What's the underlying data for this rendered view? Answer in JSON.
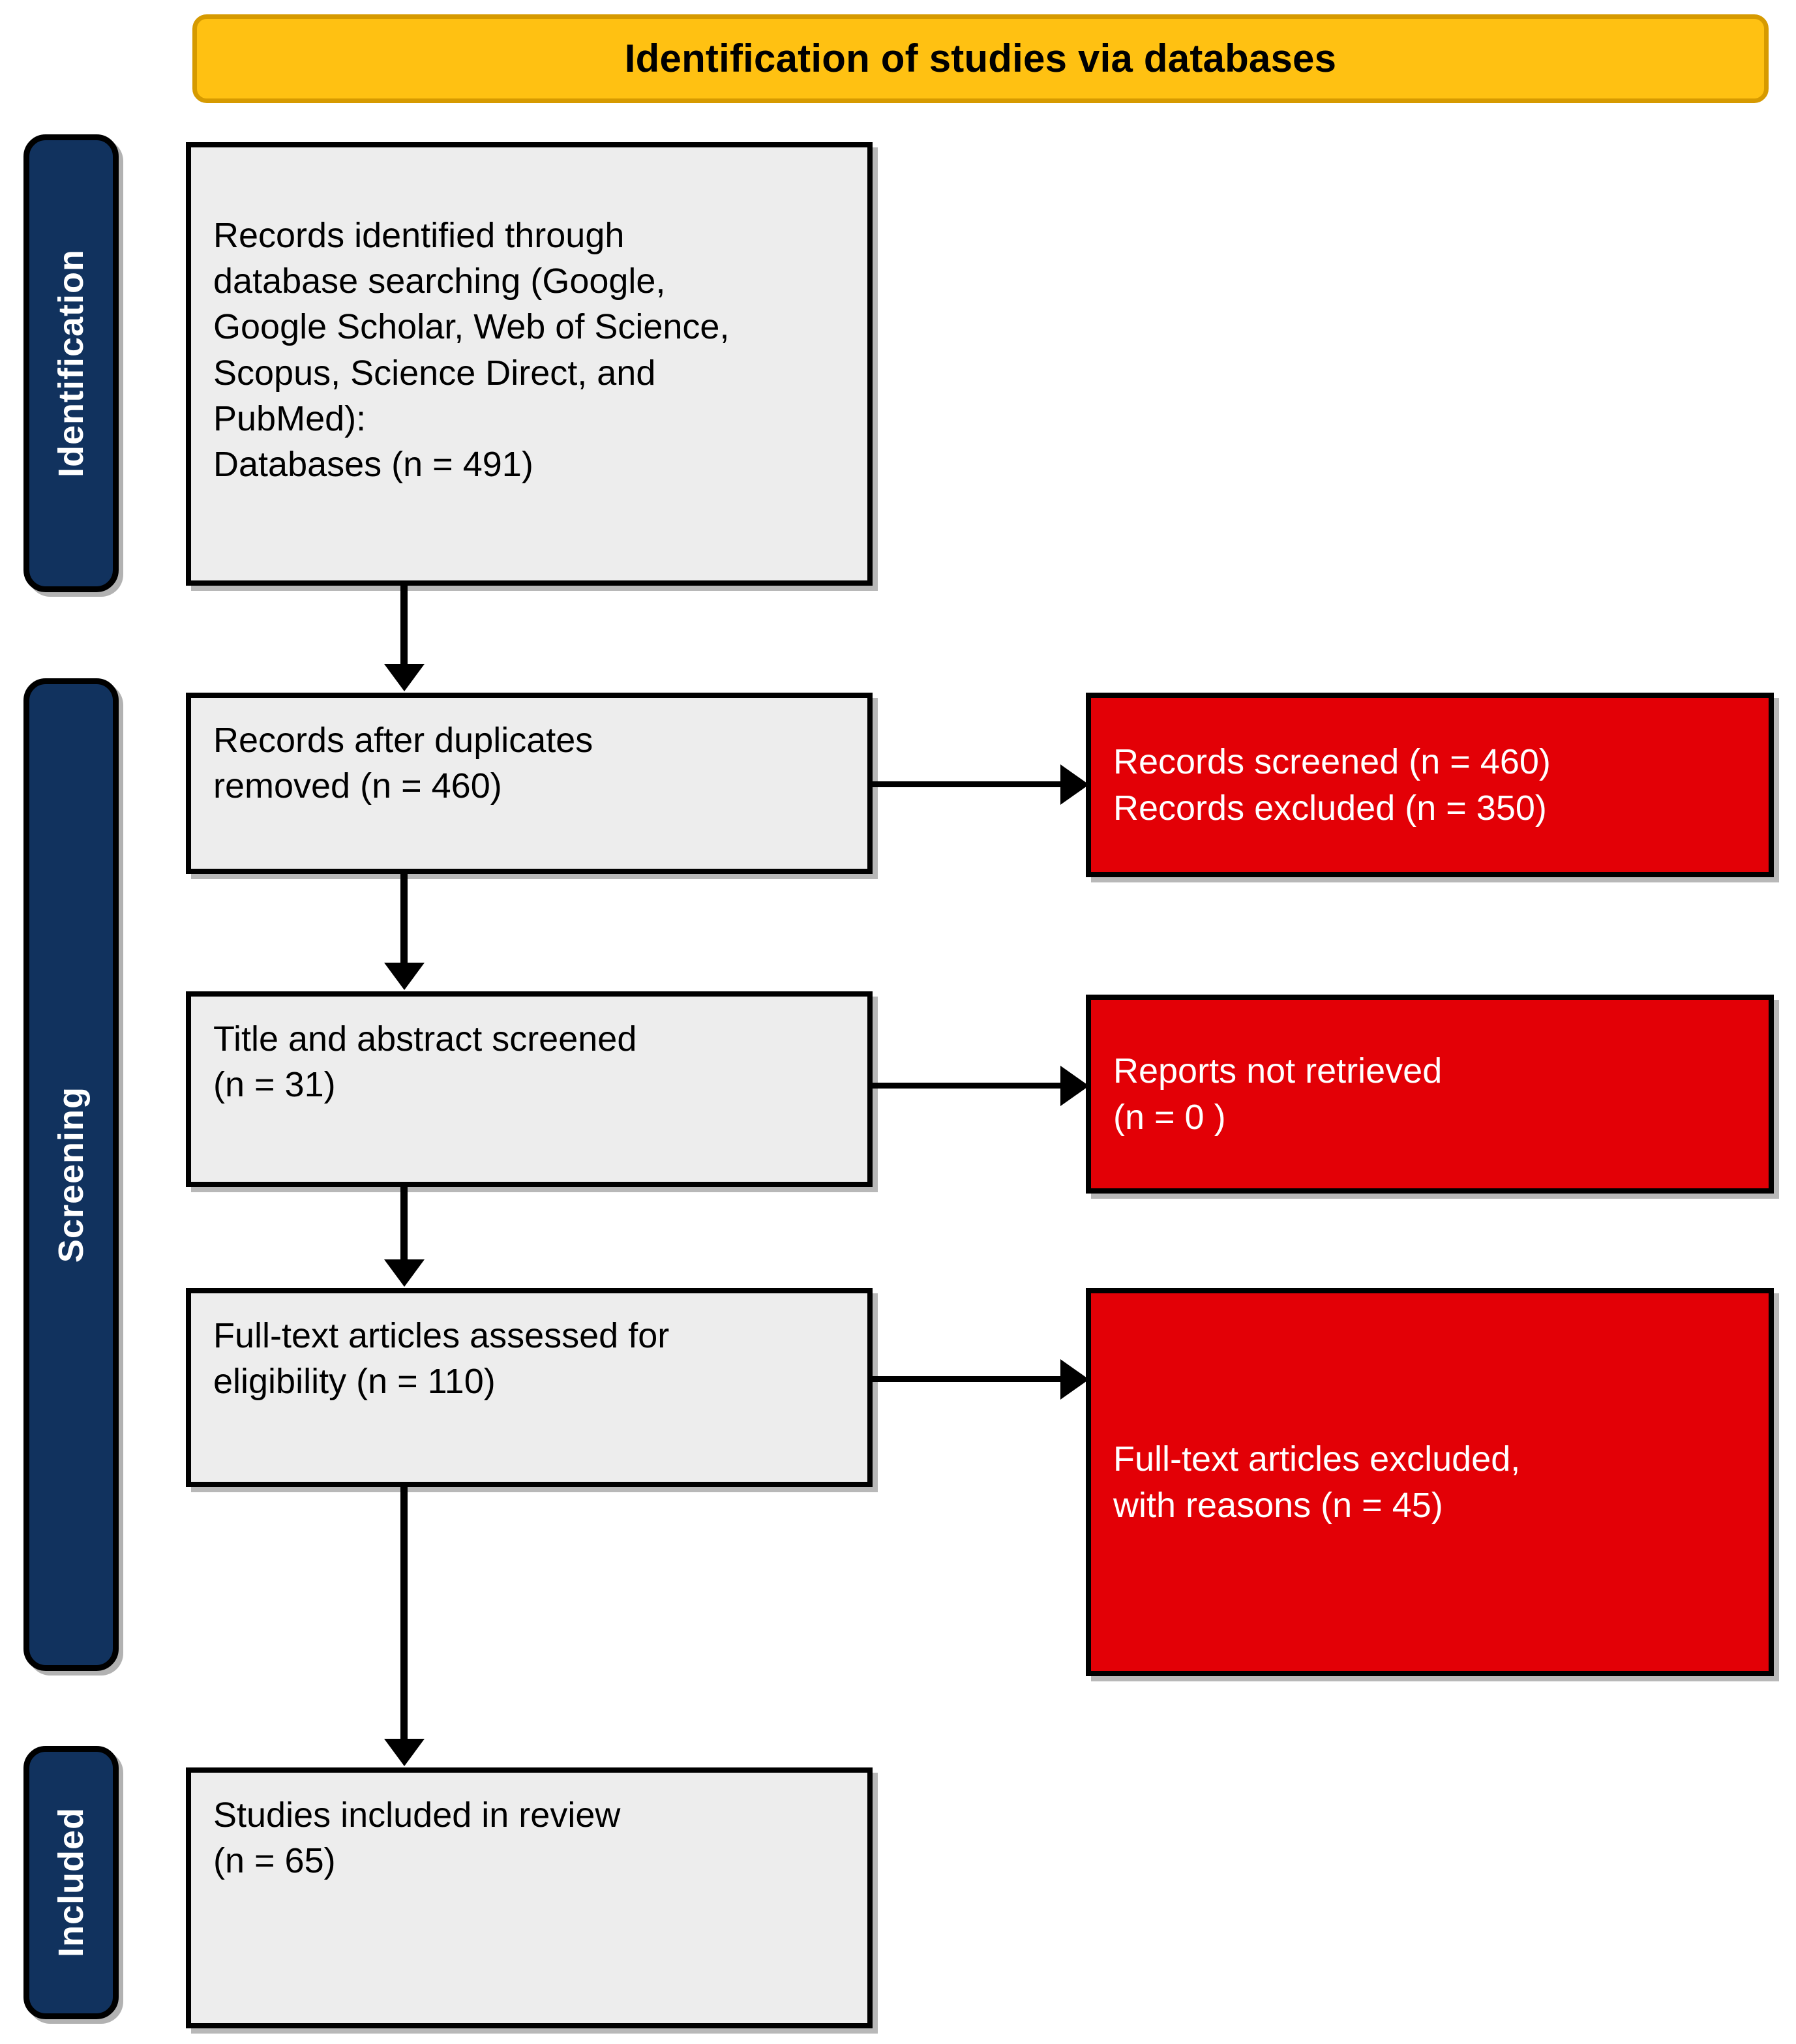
{
  "header": {
    "title": "Identification of studies via databases",
    "fill_color": "#FFC112",
    "border_color": "#D69A00"
  },
  "stages": [
    {
      "id": "identification",
      "label": "Identification",
      "color": "#11325E"
    },
    {
      "id": "screening",
      "label": "Screening",
      "color": "#11325E"
    },
    {
      "id": "included",
      "label": "Included",
      "color": "#11325E"
    }
  ],
  "colors": {
    "box_gray": "#EDEDED",
    "box_red": "#E30006",
    "stroke": "#000000",
    "text_on_red": "#FFFFFF"
  },
  "flow": {
    "records_identified": "Records identified through\ndatabase searching (Google,\nGoogle Scholar, Web of Science,\nScopus, Science Direct, and\nPubMed):\n      Databases (n = 491)",
    "after_duplicates": "Records after duplicates\nremoved (n = 460)",
    "title_abstract": "Title and abstract screened\n(n = 31)",
    "fulltext_assessed": "Full-text articles assessed for\neligibility (n = 110)",
    "studies_included": "Studies included in review\n(n = 65)",
    "records_screened_excluded": "Records screened (n = 460)\nRecords excluded (n = 350)",
    "reports_not_retrieved": "Reports not retrieved\n(n = 0 )",
    "fulltext_excluded": "Full-text articles excluded,\nwith reasons (n = 45)"
  },
  "counts": {
    "databases_identified": 491,
    "after_duplicates_removed": 460,
    "records_screened": 460,
    "records_excluded": 350,
    "title_abstract_screened": 31,
    "reports_not_retrieved": 0,
    "fulltext_assessed": 110,
    "fulltext_excluded_with_reasons": 45,
    "studies_included": 65
  }
}
